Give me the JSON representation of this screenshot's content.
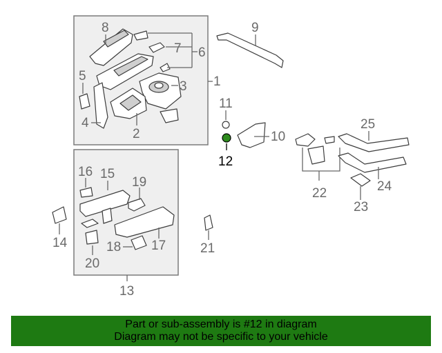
{
  "callouts": {
    "c1": "1",
    "c2": "2",
    "c3": "3",
    "c4": "4",
    "c5": "5",
    "c6": "6",
    "c7": "7",
    "c8": "8",
    "c9": "9",
    "c10": "10",
    "c11": "11",
    "c12": "12",
    "c13": "13",
    "c14": "14",
    "c15": "15",
    "c16": "16",
    "c17": "17",
    "c18": "18",
    "c19": "19",
    "c20": "20",
    "c21": "21",
    "c22": "22",
    "c23": "23",
    "c24": "24",
    "c25": "25"
  },
  "highlighted_part": "12",
  "colors": {
    "banner": "#1e7a12",
    "highlight": "#000000",
    "callout": "#6a6a6a",
    "box": "#efefef"
  },
  "footer": {
    "line1": "Part or sub-assembly is #12 in diagram",
    "line2": "Diagram may not be specific to your vehicle"
  }
}
